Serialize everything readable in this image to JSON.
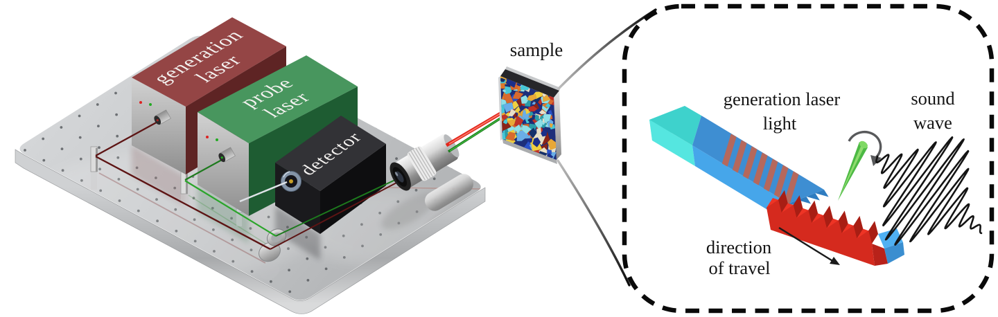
{
  "scene": {
    "boxes": {
      "generation_laser": {
        "label_lines": [
          "generation",
          "laser"
        ],
        "top_color": "#8e3a3a",
        "side_color": "#5e2424"
      },
      "probe_laser": {
        "label_lines": [
          "probe",
          "laser"
        ],
        "top_color": "#3f9156",
        "side_color": "#1e5c32"
      },
      "detector": {
        "label_lines": [
          "detector"
        ],
        "top_color": "#323236",
        "front_color": "#1a1a1d",
        "side_color": "#0e0e10"
      }
    },
    "sample": {
      "label": "sample",
      "mosaic_palette": [
        "#1b2f8a",
        "#2a52c8",
        "#c03228",
        "#8a2418",
        "#e07828",
        "#e8a838",
        "#f0d040",
        "#46c8d8",
        "#8fe0e8",
        "#2a9ca8",
        "#6aaee8",
        "#e8e0c8",
        "#153069",
        "#d86a2e"
      ]
    },
    "beams": {
      "generation_color": "#e3261c",
      "generation_dark": "#5d1414",
      "probe_color": "#1d7a1d",
      "probe_bright": "#2aa52a",
      "return_color": "#dfe3e8"
    },
    "table": {
      "surface_color": "#c9cbcd",
      "hole_color": "#54575b"
    }
  },
  "inset": {
    "labels": {
      "generation_laser_light": [
        "generation laser",
        "light"
      ],
      "sound_wave": [
        "sound",
        "wave"
      ],
      "direction_of_travel": [
        "direction",
        "of travel"
      ]
    },
    "bar": {
      "cyan_top": "#3ed2cc",
      "cyan_front": "#55e6e0",
      "cyan_end": "#8df2ec",
      "blue_top": "#3e8ed2",
      "blue_front": "#46a6ea",
      "stripe_color": "#b5685c",
      "ridge_band_color": "#2e7cc0",
      "red_top": "#ee3425",
      "red_front": "#d52a1e",
      "red_flank": "#a81e14",
      "red_end": "#b8221a",
      "tip_top": "#4fb0f2",
      "tip_front": "#3a8ed0"
    },
    "wave": {
      "cycles": 12.3,
      "color": "#141414"
    },
    "beam": {
      "color": "#4cb944",
      "core": "#a5e87d"
    },
    "arrow_color": "#1a1a1a",
    "rotate_arrow_color": "#58595b",
    "border_color": "#0a0a0a"
  }
}
